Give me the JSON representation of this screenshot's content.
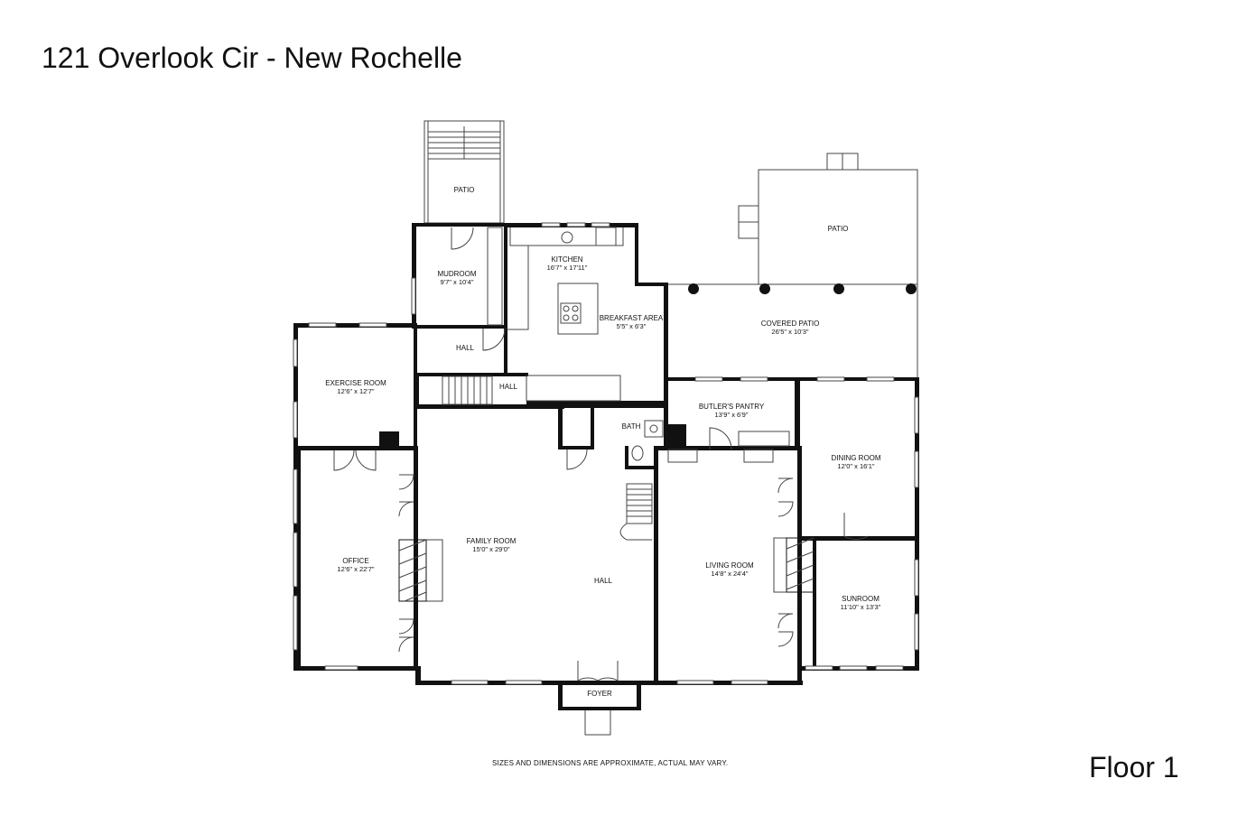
{
  "title": "121 Overlook Cir - New Rochelle",
  "floor": "Floor 1",
  "disclaimer": "SIZES AND DIMENSIONS ARE APPROXIMATE, ACTUAL MAY VARY.",
  "rooms": {
    "patio_left": {
      "name": "PATIO",
      "dim": ""
    },
    "patio_right": {
      "name": "PATIO",
      "dim": ""
    },
    "mudroom": {
      "name": "MUDROOM",
      "dim": "9'7\" x 10'4\""
    },
    "kitchen": {
      "name": "KITCHEN",
      "dim": "16'7\" x 17'11\""
    },
    "breakfast": {
      "name": "BREAKFAST AREA",
      "dim": "5'5\" x 6'3\""
    },
    "covered_patio": {
      "name": "COVERED PATIO",
      "dim": "26'5\" x 10'3\""
    },
    "hall_upper": {
      "name": "HALL",
      "dim": ""
    },
    "hall_small": {
      "name": "HALL",
      "dim": ""
    },
    "exercise": {
      "name": "EXERCISE ROOM",
      "dim": "12'6\" x 12'7\""
    },
    "bath": {
      "name": "BATH",
      "dim": ""
    },
    "butlers": {
      "name": "BUTLER'S PANTRY",
      "dim": "13'9\" x 6'9\""
    },
    "dining": {
      "name": "DINING ROOM",
      "dim": "12'0\" x 16'1\""
    },
    "office": {
      "name": "OFFICE",
      "dim": "12'6\" x 22'7\""
    },
    "family": {
      "name": "FAMILY ROOM",
      "dim": "15'0\" x 29'0\""
    },
    "hall_center": {
      "name": "HALL",
      "dim": ""
    },
    "living": {
      "name": "LIVING ROOM",
      "dim": "14'8\" x 24'4\""
    },
    "sunroom": {
      "name": "SUNROOM",
      "dim": "11'10\" x 13'3\""
    },
    "foyer": {
      "name": "FOYER",
      "dim": ""
    }
  }
}
